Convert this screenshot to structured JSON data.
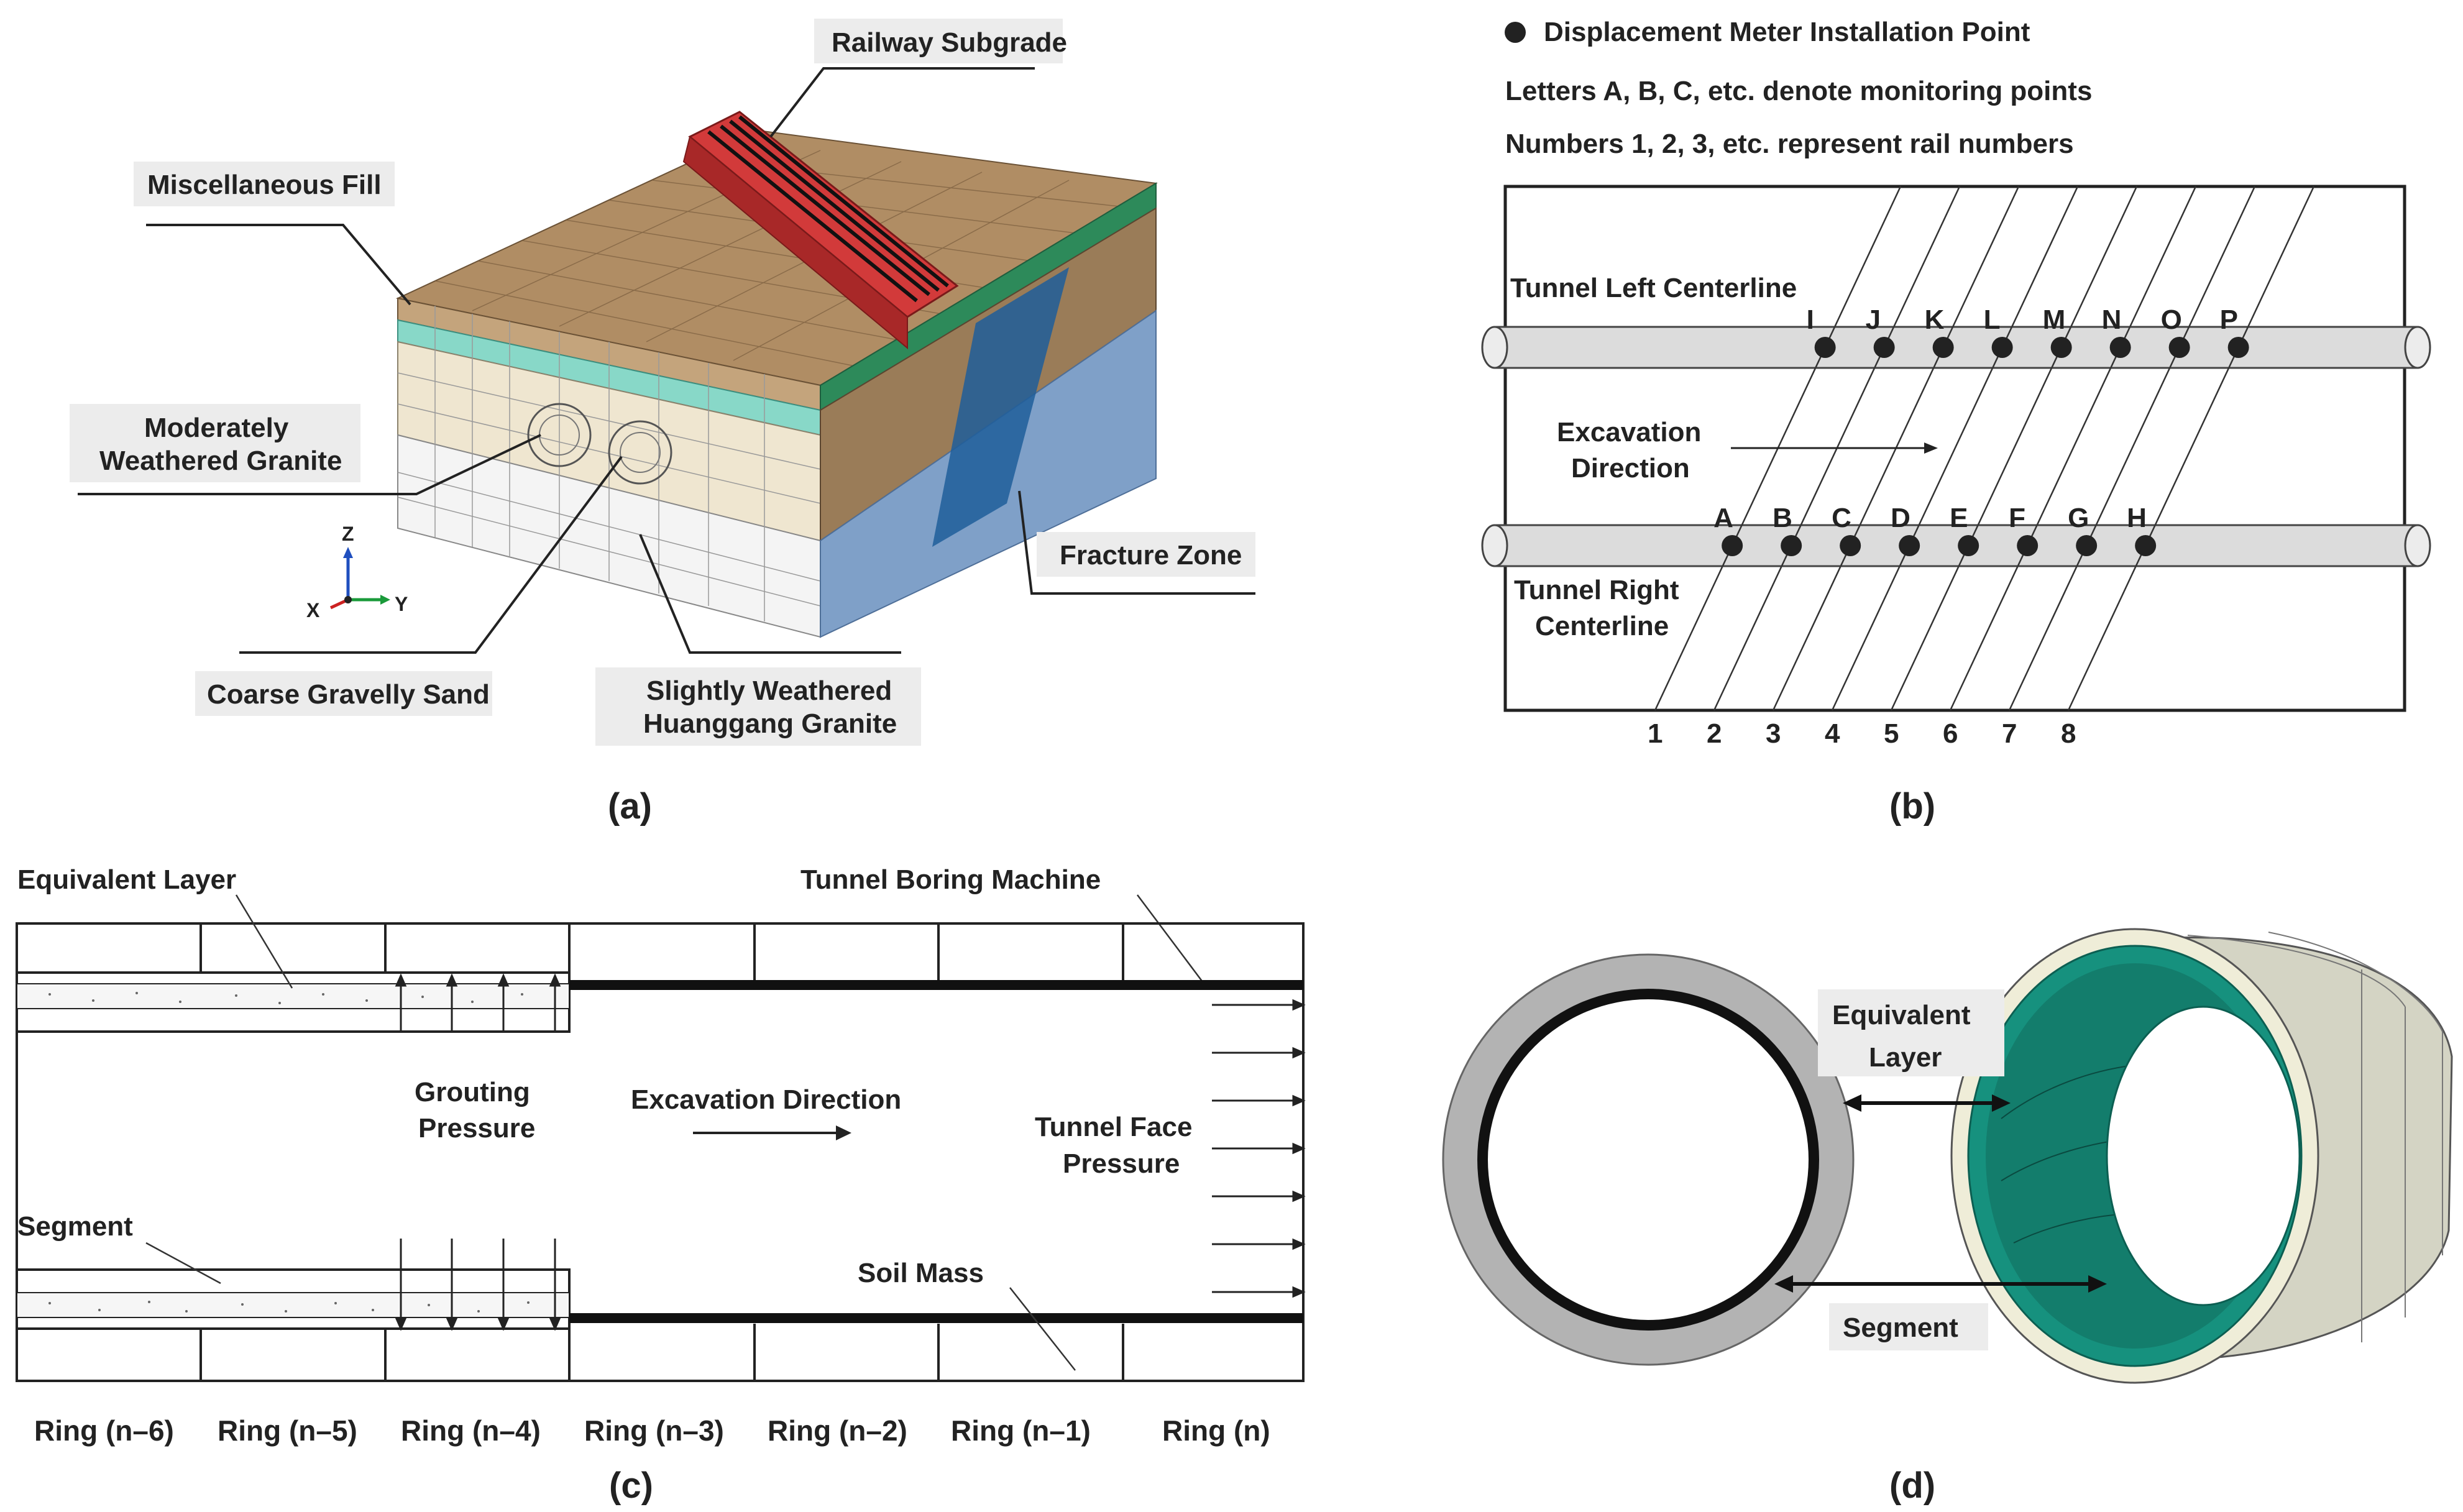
{
  "panel_a": {
    "caption": "(a)",
    "labels": {
      "railway_subgrade": "Railway Subgrade",
      "misc_fill": "Miscellaneous Fill",
      "moderately_1": "Moderately",
      "moderately_2": "Weathered Granite",
      "fracture_zone": "Fracture Zone",
      "coarse_sand": "Coarse Gravelly Sand",
      "slightly_1": "Slightly Weathered",
      "slightly_2": "Huanggang Granite"
    },
    "axes": {
      "z": "Z",
      "x": "X",
      "y": "Y"
    },
    "colors": {
      "top_soil": "#b08d64",
      "subgrade": "#d23a3a",
      "fill_layer": "#88d8c8",
      "sand": "#efe6d0",
      "granite": "#f4f4f4",
      "fracture": "#1f5e9a",
      "granite_side": "#7fa0c8"
    }
  },
  "panel_b": {
    "caption": "(b)",
    "legend": "Displacement Meter Installation Point",
    "note1": "Letters A, B, C, etc. denote monitoring points",
    "note2": "Numbers 1, 2, 3, etc. represent rail numbers",
    "left_centerline": "Tunnel Left Centerline",
    "right_centerline_1": "Tunnel Right",
    "right_centerline_2": "Centerline",
    "excavation_1": "Excavation",
    "excavation_2": "Direction",
    "left_points": [
      "I",
      "J",
      "K",
      "L",
      "M",
      "N",
      "O",
      "P"
    ],
    "right_points": [
      "A",
      "B",
      "C",
      "D",
      "E",
      "F",
      "G",
      "H"
    ],
    "rail_numbers": [
      "1",
      "2",
      "3",
      "4",
      "5",
      "6",
      "7",
      "8"
    ]
  },
  "panel_c": {
    "caption": "(c)",
    "equivalent_layer": "Equivalent Layer",
    "tbm": "Tunnel Boring Machine",
    "grouting_1": "Grouting",
    "grouting_2": "Pressure",
    "excavation": "Excavation Direction",
    "face_1": "Tunnel Face",
    "face_2": "Pressure",
    "segment": "Segment",
    "soil_mass": "Soil Mass",
    "rings": [
      "Ring (n–6)",
      "Ring (n–5)",
      "Ring (n–4)",
      "Ring (n–3)",
      "Ring (n–2)",
      "Ring (n–1)",
      "Ring (n)"
    ]
  },
  "panel_d": {
    "caption": "(d)",
    "equivalent_1": "Equivalent",
    "equivalent_2": "Layer",
    "segment": "Segment",
    "colors": {
      "outer_ring": "#b3b3b3",
      "inner_ring": "#111111",
      "teal": "#16917e",
      "cream": "#efedd8"
    }
  }
}
